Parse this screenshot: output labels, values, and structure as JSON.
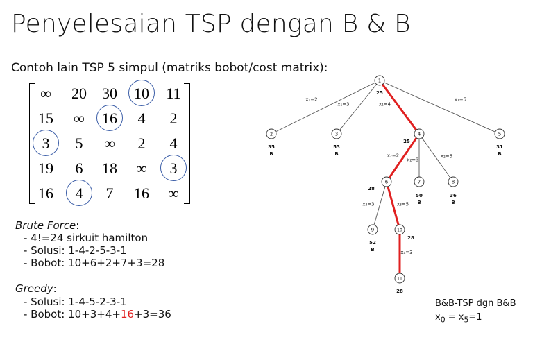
{
  "title": "Penyelesaian TSP dengan B & B",
  "subtitle": "Contoh lain TSP 5 simpul (matriks bobot/cost matrix):",
  "matrix": {
    "rows": [
      [
        "∞",
        "20",
        "30",
        "10",
        "11"
      ],
      [
        "15",
        "∞",
        "16",
        "4",
        "2"
      ],
      [
        "3",
        "5",
        "∞",
        "2",
        "4"
      ],
      [
        "19",
        "6",
        "18",
        "∞",
        "3"
      ],
      [
        "16",
        "4",
        "7",
        "16",
        "∞"
      ]
    ],
    "circled": [
      [
        0,
        3
      ],
      [
        1,
        2
      ],
      [
        2,
        0
      ],
      [
        3,
        4
      ],
      [
        4,
        1
      ]
    ]
  },
  "brute_force": {
    "heading": "Brute Force",
    "colon": ":",
    "lines": [
      "- 4!=24 sirkuit hamilton",
      "- Solusi: 1-4-2-5-3-1",
      "- Bobot: 10+6+2+7+3=28"
    ]
  },
  "greedy": {
    "heading": "Greedy",
    "colon": ":",
    "line1": "- Solusi: 1-4-5-2-3-1",
    "line2_prefix": "- Bobot: 10+3+4+",
    "line2_red": "16",
    "line2_suffix": "+3=36"
  },
  "caption": {
    "line1": "B&B-TSP dgn B&B",
    "x": "x",
    "sub0": "0",
    "eq": " = x",
    "sub5": "5",
    "tail": "=1"
  },
  "tree": {
    "colors": {
      "highlight": "#e02020",
      "edge": "#555555"
    },
    "nodes": [
      {
        "id": "1",
        "cost": "25",
        "status": ""
      },
      {
        "id": "2",
        "cost": "35",
        "status": "B"
      },
      {
        "id": "3",
        "cost": "53",
        "status": "B"
      },
      {
        "id": "4",
        "cost": "25",
        "status": ""
      },
      {
        "id": "5",
        "cost": "31",
        "status": "B"
      },
      {
        "id": "6",
        "cost": "28",
        "status": ""
      },
      {
        "id": "7",
        "cost": "50",
        "status": "B"
      },
      {
        "id": "8",
        "cost": "36",
        "status": "B"
      },
      {
        "id": "9",
        "cost": "52",
        "status": "B"
      },
      {
        "id": "10",
        "cost": "28",
        "status": ""
      },
      {
        "id": "11",
        "cost": "28",
        "status": ""
      }
    ],
    "edges": [
      {
        "from": "1",
        "to": "2",
        "label": "x₁=2",
        "highlight": false
      },
      {
        "from": "1",
        "to": "3",
        "label": "x₁=3",
        "highlight": false
      },
      {
        "from": "1",
        "to": "4",
        "label": "x₁=4",
        "highlight": true
      },
      {
        "from": "1",
        "to": "5",
        "label": "x₁=5",
        "highlight": false
      },
      {
        "from": "4",
        "to": "6",
        "label": "x₂=2",
        "highlight": true
      },
      {
        "from": "4",
        "to": "7",
        "label": "x₂=3",
        "highlight": false
      },
      {
        "from": "4",
        "to": "8",
        "label": "x₂=5",
        "highlight": false
      },
      {
        "from": "6",
        "to": "9",
        "label": "x₃=3",
        "highlight": false
      },
      {
        "from": "6",
        "to": "10",
        "label": "x₃=5",
        "highlight": true
      },
      {
        "from": "10",
        "to": "11",
        "label": "x₄=3",
        "highlight": true
      }
    ]
  }
}
